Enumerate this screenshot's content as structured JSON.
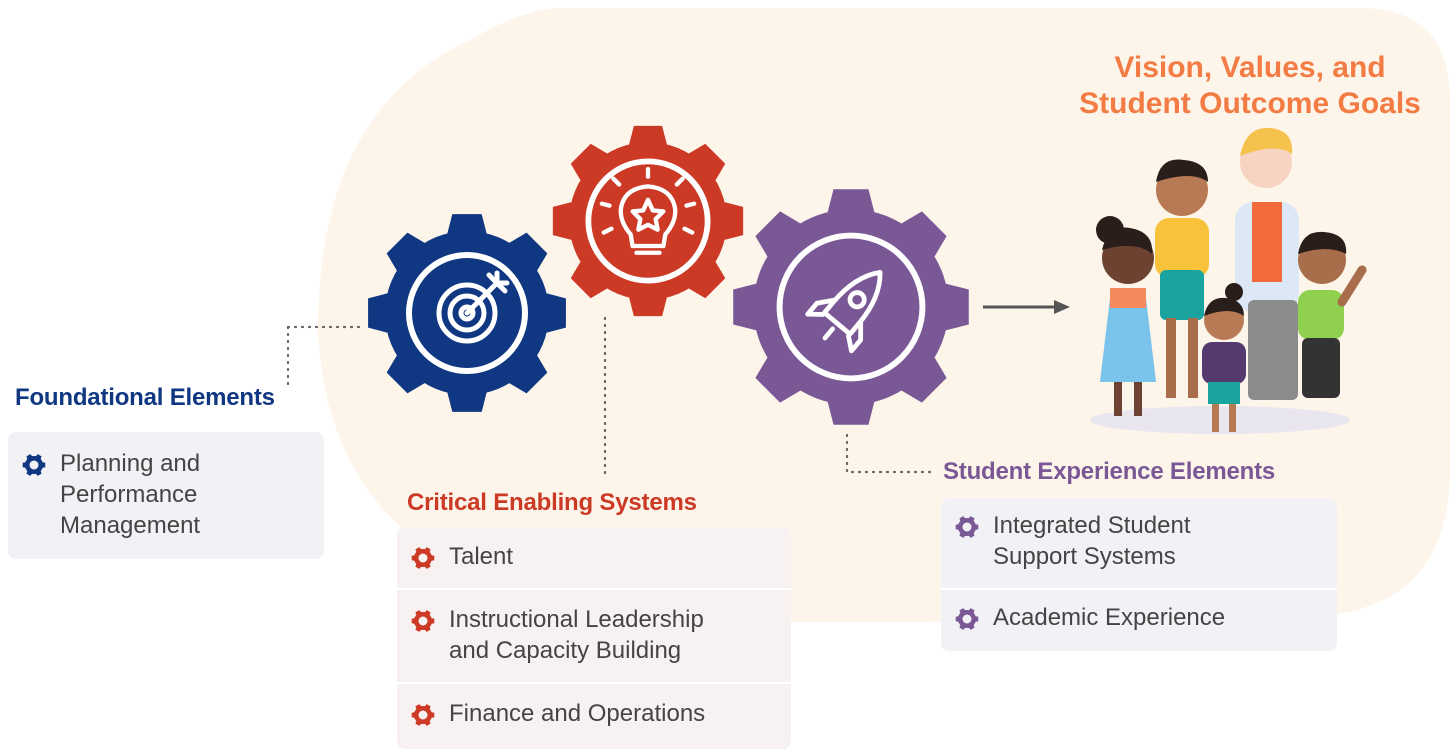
{
  "colors": {
    "background_blob": "#fdf5ea",
    "navy": "#0f3782",
    "red": "#cc3a26",
    "purple": "#7a5896",
    "orange": "#f37b44",
    "card_bg": "#f2f2f6",
    "card_bg_red": "#f7f1f1",
    "text": "#444444",
    "arrow": "#555555"
  },
  "gears": [
    {
      "name": "foundational-gear",
      "icon": "target-icon"
    },
    {
      "name": "critical-enabling-gear",
      "icon": "lightbulb-star-icon"
    },
    {
      "name": "student-experience-gear",
      "icon": "rocket-icon"
    }
  ],
  "vision": {
    "line1": "Vision, Values, and",
    "line2": "Student Outcome Goals",
    "illustration": "group-of-students-and-adult"
  },
  "foundational": {
    "heading": "Foundational Elements",
    "items": [
      {
        "label": "Planning and\nPerformance\nManagement",
        "icon": "gear-icon"
      }
    ]
  },
  "critical": {
    "heading": "Critical Enabling Systems",
    "items": [
      {
        "label": "Talent",
        "icon": "gear-icon"
      },
      {
        "label": "Instructional Leadership\nand Capacity Building",
        "icon": "gear-icon"
      },
      {
        "label": "Finance and Operations",
        "icon": "gear-icon"
      }
    ]
  },
  "student": {
    "heading": "Student Experience Elements",
    "items": [
      {
        "label": "Integrated Student\nSupport Systems",
        "icon": "gear-icon"
      },
      {
        "label": "Academic Experience",
        "icon": "gear-icon"
      }
    ]
  }
}
